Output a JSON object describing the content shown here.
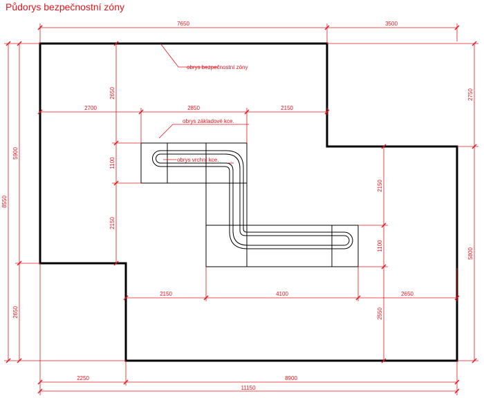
{
  "title": "Půdorys bezpečnostní zóny",
  "colors": {
    "outline": "#000000",
    "dimension": "#e4141b",
    "structure": "#000000"
  },
  "callouts": {
    "zone_outline": "obrys bezpečnostní zóny",
    "base_structure": "obrys základové kce.",
    "top_structure": "obrys vrchní kce."
  },
  "dims": {
    "top_left": "7650",
    "top_right": "3500",
    "mid_left": "2700",
    "mid_center": "2850",
    "mid_right": "2150",
    "low_left": "2150",
    "low_center": "4100",
    "low_right": "2650",
    "bottom_left": "2250",
    "bottom_right": "8900",
    "bottom_total": "11150",
    "left_total": "8550",
    "left_upper": "5900",
    "left_lower": "2650",
    "inner_top": "2650",
    "inner_1100": "1100",
    "inner_2150": "2150",
    "right_top": "2750",
    "right_lower": "5800",
    "right_2150": "2150",
    "right_1100": "1100",
    "right_2550": "2550"
  }
}
